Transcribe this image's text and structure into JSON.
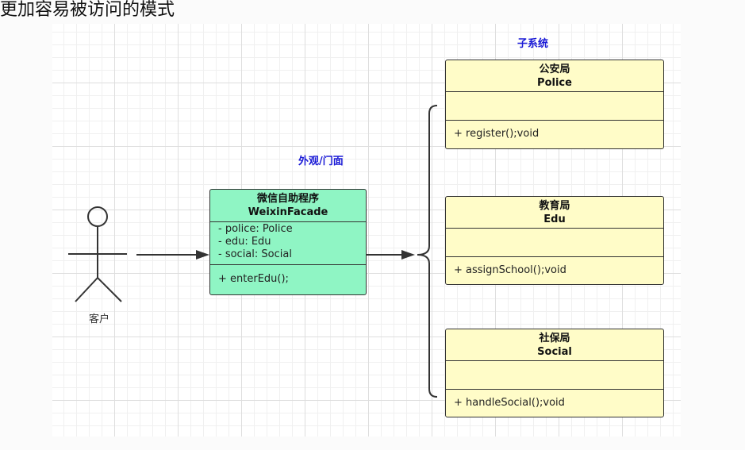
{
  "caption": "更加容易被访问的模式",
  "labels": {
    "subsystem": "子系统",
    "facade": "外观/门面",
    "actor": "客户"
  },
  "facade": {
    "name_cn": "微信自助程序",
    "name_en": "WeixinFacade",
    "attributes": [
      "- police: Police",
      "- edu: Edu",
      "- social: Social"
    ],
    "methods": [
      "+ enterEdu();"
    ]
  },
  "subsystems": [
    {
      "name_cn": "公安局",
      "name_en": "Police",
      "methods": [
        "+ register();void"
      ]
    },
    {
      "name_cn": "教育局",
      "name_en": "Edu",
      "methods": [
        "+ assignSchool();void"
      ]
    },
    {
      "name_cn": "社保局",
      "name_en": "Social",
      "methods": [
        "+ handleSocial();void"
      ]
    }
  ],
  "colors": {
    "facade_fill": "#8ff5c4",
    "subsystem_fill": "#fffcc8",
    "label_blue": "#1a1ad6"
  }
}
